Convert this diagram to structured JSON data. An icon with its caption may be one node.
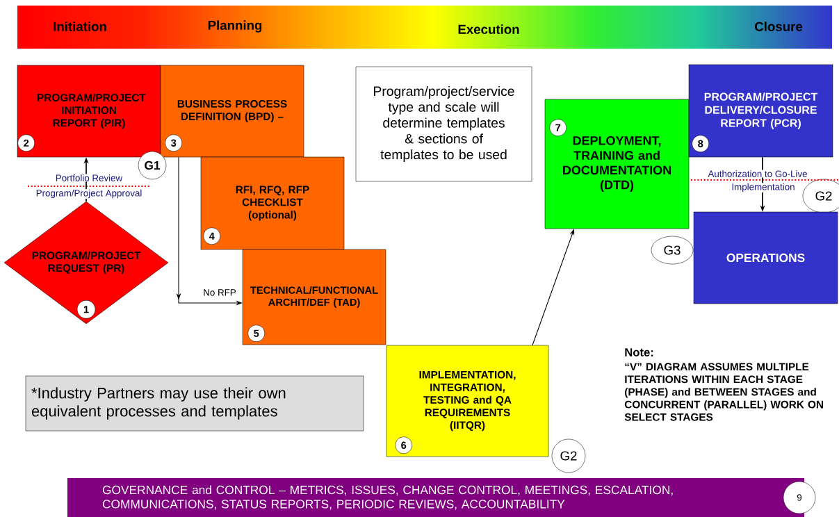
{
  "diagram": {
    "nodes": [
      {
        "text": [
          "Initiation",
          "Planning",
          "Execution",
          "Closure"
        ]
      },
      {
        "text": [
          "PROGRAM/PROJECT REQUEST (PR)"
        ]
      },
      {
        "text": [
          "1"
        ],
        "in": 1
      },
      {
        "text": [
          "PROGRAM/PROJECT INITIATION REPORT (PIR)"
        ]
      },
      {
        "text": [
          "2"
        ],
        "in": 3
      },
      {
        "text": [
          "BUSINESS PROCESS DEFINITION (BPD) –"
        ]
      },
      {
        "text": [
          "3"
        ],
        "in": 5
      },
      {
        "text": [
          "G1"
        ]
      },
      {
        "text": [
          "RFI, RFQ, RFP CHECKLIST (optional)"
        ]
      },
      {
        "text": [
          "4"
        ],
        "in": 8
      },
      {
        "text": [
          "TECHNICAL/FUNCTIONAL ARCHIT/DEF (TAD)"
        ]
      },
      {
        "text": [
          "5"
        ],
        "in": 10
      },
      {
        "text": [
          "Program/project/service type and scale will determine templates & sections of templates to be used"
        ]
      },
      {
        "text": [
          "DEPLOYMENT, TRAINING and DOCUMENTATION (DTD)"
        ]
      },
      {
        "text": [
          "7"
        ],
        "in": 13
      },
      {
        "text": [
          "PROGRAM/PROJECT DELIVERY/CLOSURE REPORT (PCR)"
        ]
      },
      {
        "text": [
          "8"
        ],
        "in": 15
      },
      {
        "text": [
          "G2"
        ]
      },
      {
        "text": [
          "G3"
        ]
      },
      {
        "text": [
          "OPERATIONS"
        ]
      },
      {
        "text": [
          "*Industry Partners may use their own equivalent processes and templates"
        ]
      },
      {
        "text": [
          "IMPLEMENTATION, INTEGRATION, TESTING and QA REQUIREMENTS (IITQR)"
        ]
      },
      {
        "text": [
          "6"
        ],
        "in": 21
      },
      {
        "text": [
          "G2"
        ]
      },
      {
        "text": [
          "GOVERNANCE and CONTROL – METRICS, ISSUES, CHANGE CONTROL, MEETINGS, ESCALATION, COMMUNICATIONS, STATUS REPORTS, PERIODIC REVIEWS, ACCOUNTABILITY"
        ]
      },
      {
        "text": [
          "9"
        ]
      }
    ],
    "edges": [
      {
        "from": 1,
        "to": 3,
        "arrow": "to"
      },
      {
        "from": 5,
        "to": 10,
        "arrow": "to",
        "label": "No RFP"
      },
      {
        "from": 21,
        "to": 13,
        "arrow": "to"
      },
      {
        "from": 15,
        "to": 19,
        "arrow": "to"
      }
    ],
    "labels": [
      "Portfolio Review",
      "Program/Project Approval",
      "Authorization to Go-Live",
      "Implementation",
      "Note:",
      "“V” DIAGRAM ASSUMES MULTIPLE ITERATIONS WITHIN EACH STAGE (PHASE) and BETWEEN STAGES and CONCURRENT (PARALLEL) WORK ON SELECT STAGES"
    ]
  }
}
